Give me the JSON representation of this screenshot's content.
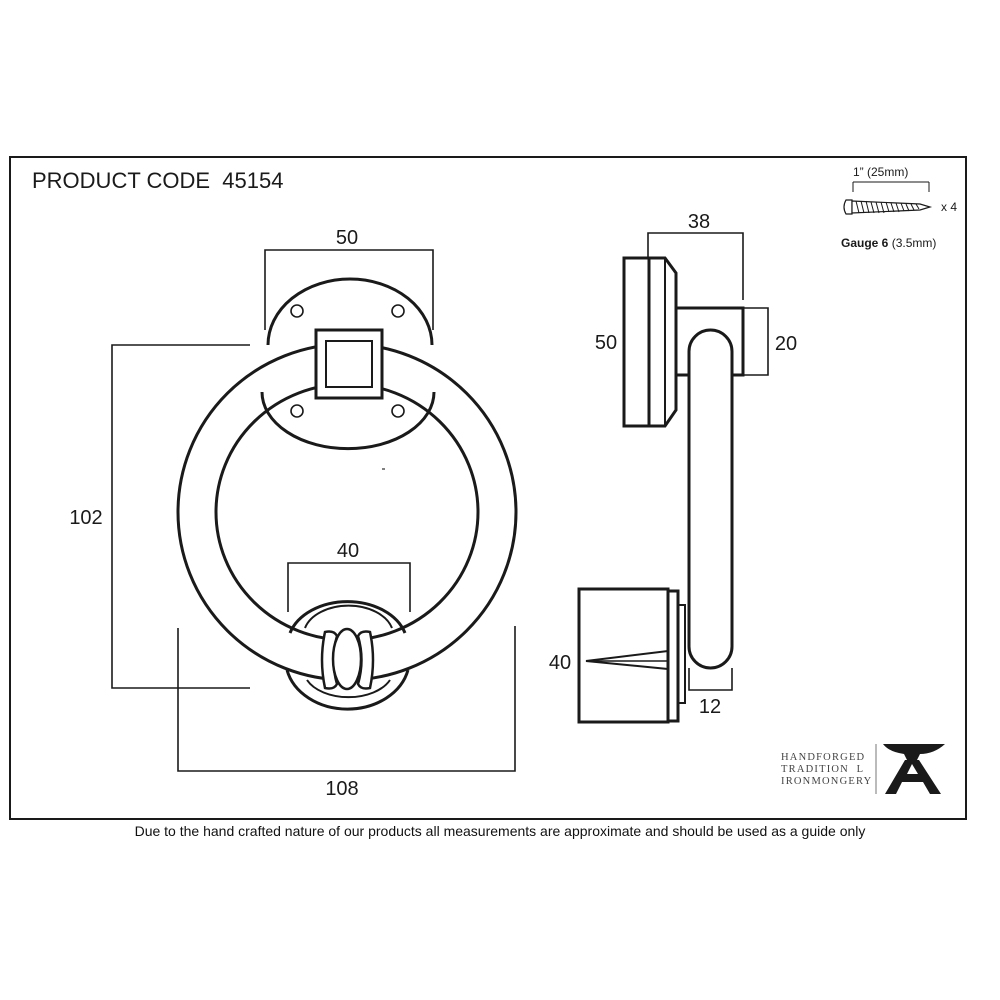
{
  "title": "PRODUCT CODE  45154",
  "screw": {
    "length_label": "1” (25mm)",
    "quantity_label": "x 4",
    "gauge_bold": "Gauge 6",
    "gauge_rest": " (3.5mm)"
  },
  "dimensions": {
    "backplate_width": "50",
    "overall_height": "102",
    "strike_plate_width": "40",
    "overall_width": "108",
    "projection": "38",
    "side_backplate": "50",
    "pivot_block": "20",
    "side_strike": "40",
    "ring_thickness": "12"
  },
  "brand": {
    "line1": "HANDFORGED",
    "line2": "TRADITION  L",
    "line3": "IRONMONGERY",
    "logo_letter": "A"
  },
  "footer": "Due to the hand crafted nature of our products all measurements are approximate and should be used as a guide only"
}
